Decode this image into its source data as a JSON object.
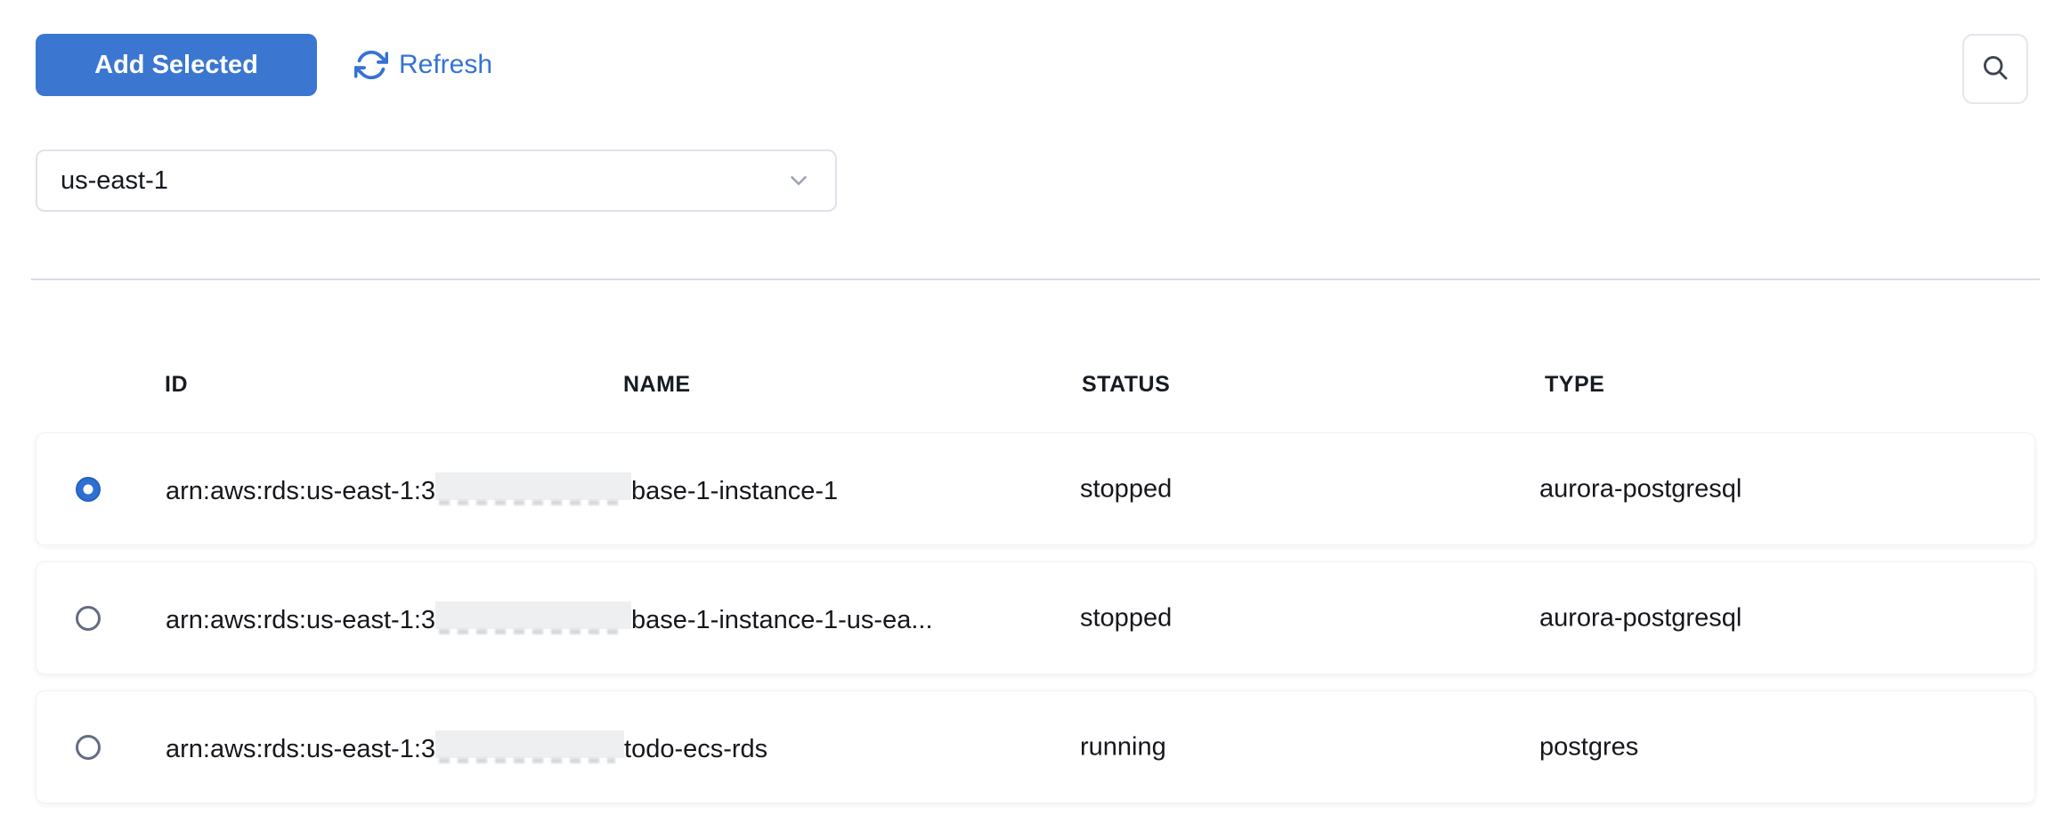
{
  "toolbar": {
    "add_selected_label": "Add Selected",
    "refresh_label": "Refresh"
  },
  "region_select": {
    "value": "us-east-1"
  },
  "table": {
    "columns": [
      "ID",
      "NAME",
      "STATUS",
      "TYPE"
    ],
    "rows": [
      {
        "id_prefix": "arn:aws:rds:us-east-1:3",
        "id_redacted": true,
        "id_suffix": "base-1-instance-1",
        "status": "stopped",
        "type": "aurora-postgresql",
        "selected": true
      },
      {
        "id_prefix": "arn:aws:rds:us-east-1:3",
        "id_redacted": true,
        "id_suffix": "base-1-instance-1-us-ea...",
        "status": "stopped",
        "type": "aurora-postgresql",
        "selected": false
      },
      {
        "id_prefix": "arn:aws:rds:us-east-1:3",
        "id_redacted": true,
        "id_suffix": "todo-ecs-rds",
        "status": "running",
        "type": "postgres",
        "selected": false
      }
    ]
  },
  "icons": {
    "refresh": "refresh-icon",
    "search": "search-icon",
    "chevron": "chevron-down-icon"
  },
  "colors": {
    "accent_blue": "#3b77d1",
    "link_blue": "#3573d4",
    "radio_selected_blue": "#2d6fd2",
    "radio_unselected_gray": "#656c83",
    "divider_gray": "#d7dbe4",
    "redaction_gray": "#edeff1"
  }
}
